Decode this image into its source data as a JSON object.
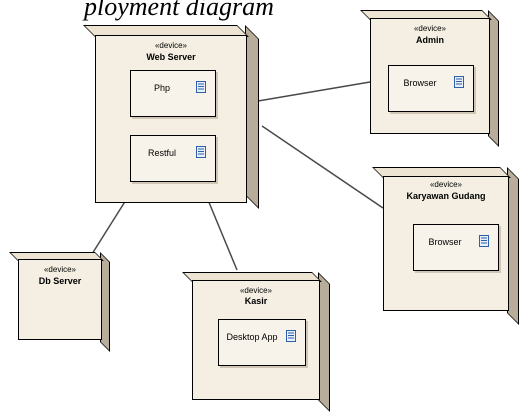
{
  "caption": "ployment diagram",
  "stereotype": "«device»",
  "nodes": [
    {
      "id": "web_server",
      "name": "Web Server",
      "components": [
        "Php",
        "Restful"
      ]
    },
    {
      "id": "admin",
      "name": "Admin",
      "components": [
        "Browser"
      ]
    },
    {
      "id": "karyawan_gudang",
      "name": "Karyawan Gudang",
      "components": [
        "Browser"
      ]
    },
    {
      "id": "db_server",
      "name": "Db Server",
      "components": []
    },
    {
      "id": "kasir",
      "name": "Kasir",
      "components": [
        "Desktop App"
      ]
    }
  ],
  "connections": [
    [
      "web_server",
      "admin"
    ],
    [
      "web_server",
      "karyawan_gudang"
    ],
    [
      "web_server",
      "db_server"
    ],
    [
      "web_server",
      "kasir"
    ]
  ],
  "icons": {
    "component": "document-icon"
  },
  "colors": {
    "node_face": "#f4efe2",
    "node_top": "#ede4d3",
    "node_side": "#b8ad9b",
    "line": "#4a4a4a"
  }
}
